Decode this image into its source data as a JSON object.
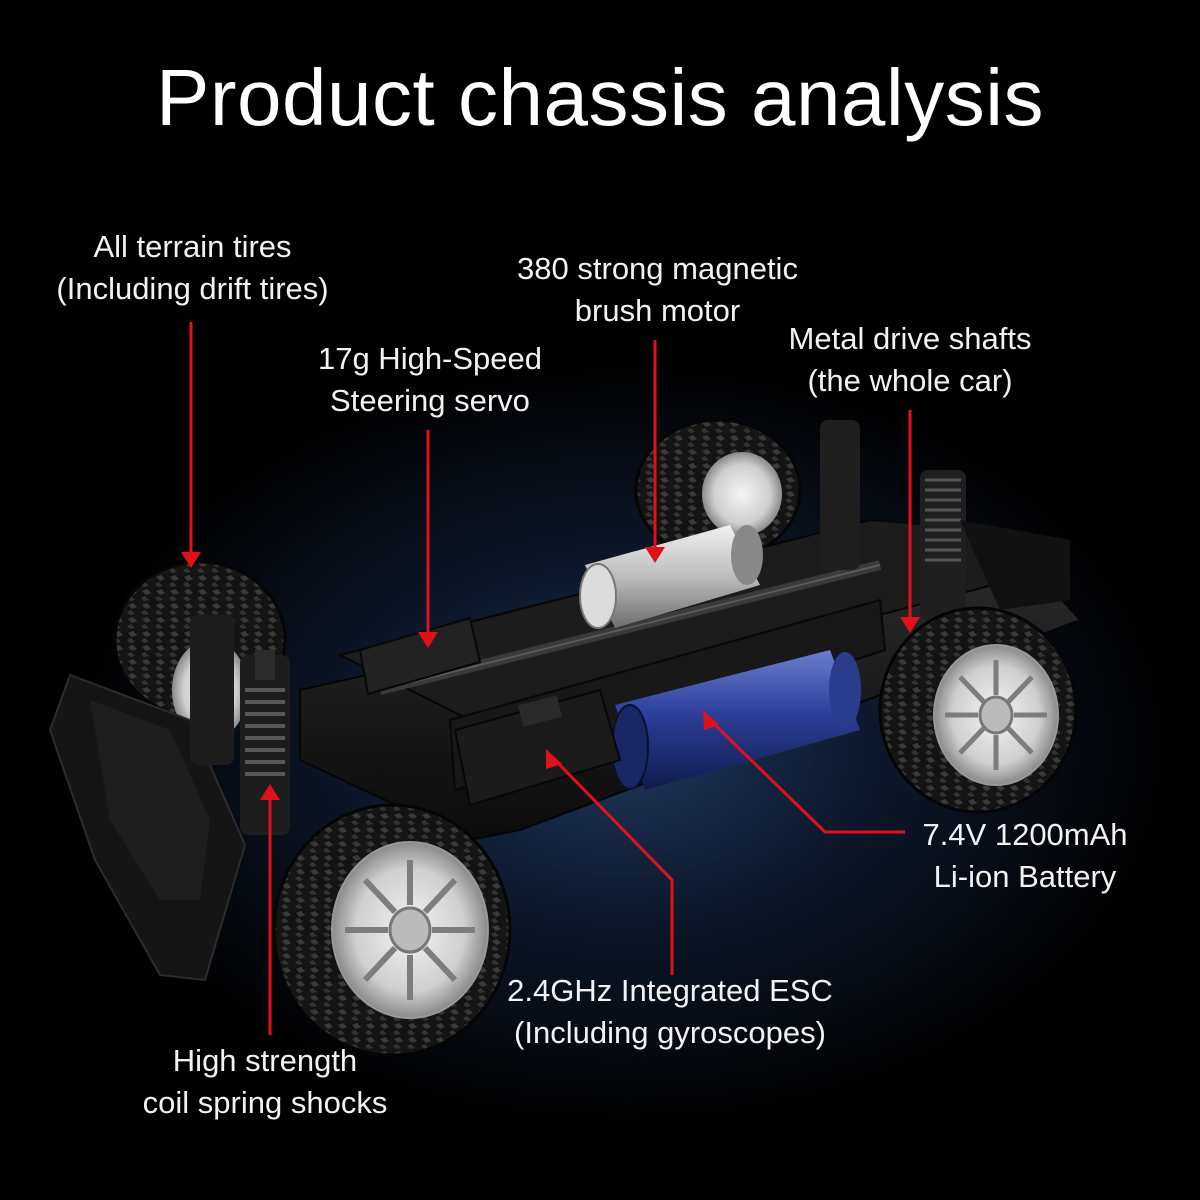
{
  "title": "Product chassis analysis",
  "accent_color": "#e0111b",
  "labels": {
    "tires": [
      "All terrain tires",
      "(Including drift tires)"
    ],
    "servo": [
      "17g High-Speed",
      "Steering servo"
    ],
    "motor": [
      "380 strong magnetic",
      "brush motor"
    ],
    "shafts": [
      "Metal drive shafts",
      "(the whole car)"
    ],
    "battery": [
      "7.4V 1200mAh",
      "Li-ion Battery"
    ],
    "esc": [
      "2.4GHz Integrated ESC",
      "(Including gyroscopes)"
    ],
    "shocks": [
      "High strength",
      "coil spring shocks"
    ]
  }
}
